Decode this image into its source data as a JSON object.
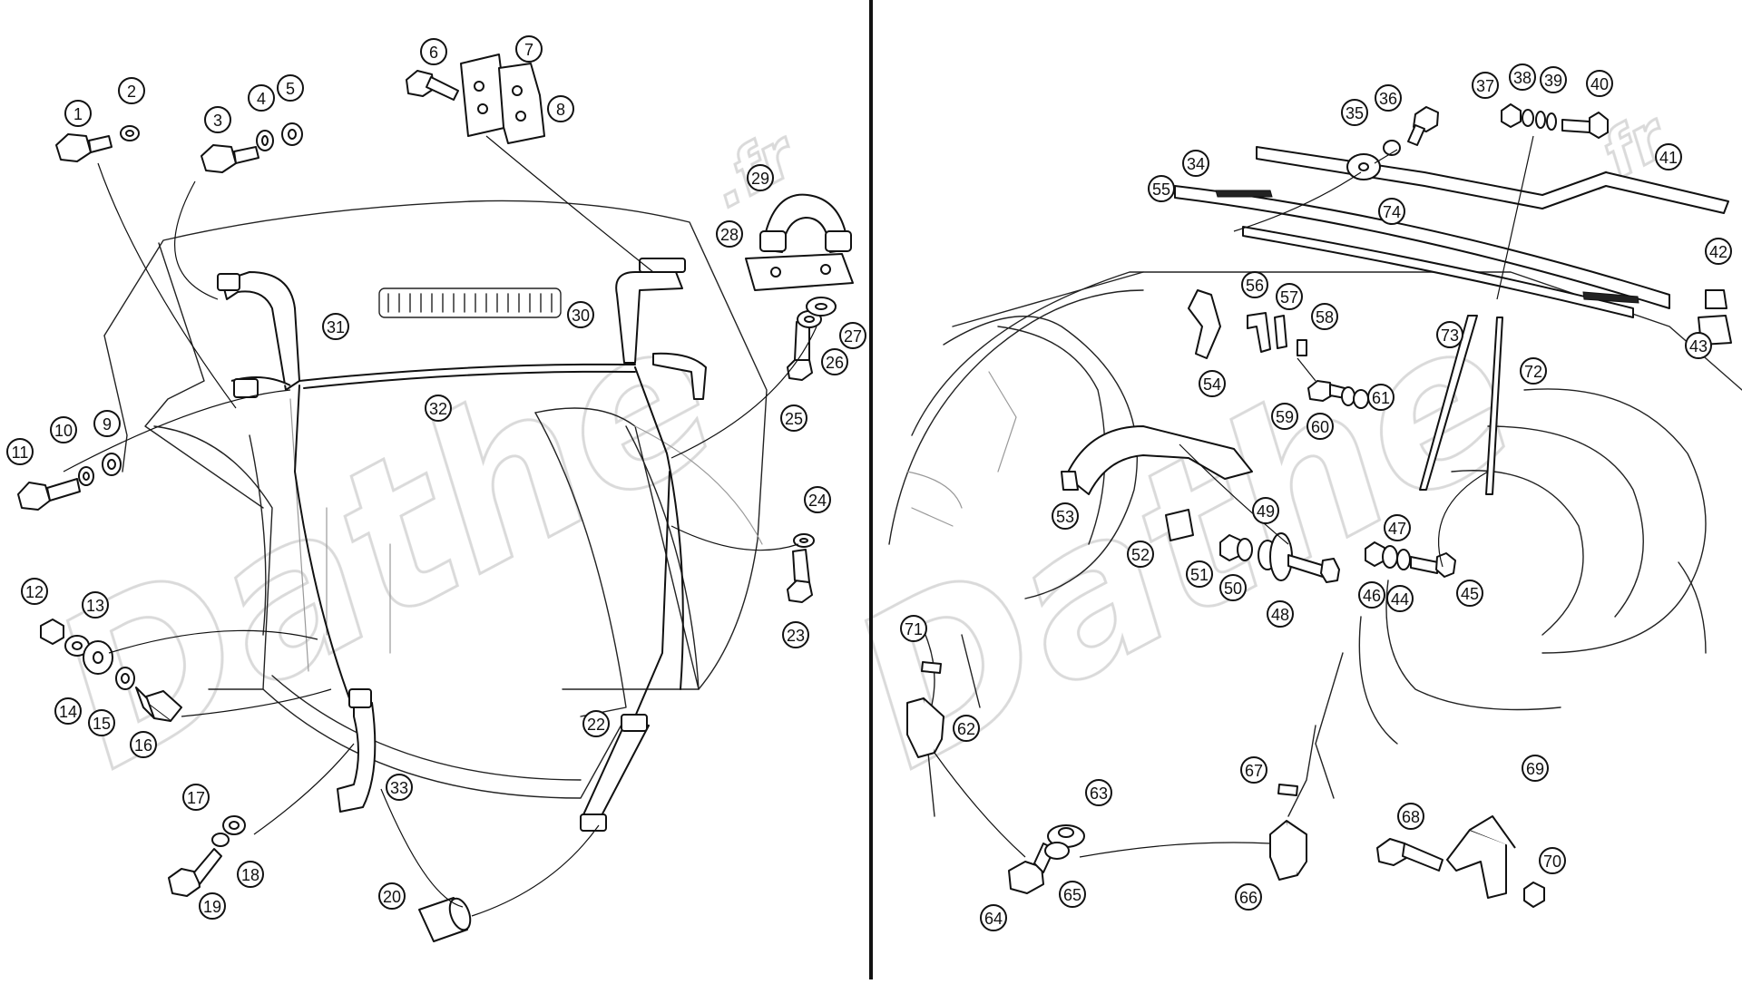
{
  "diagram": {
    "watermark_text": "Dathe.fr",
    "left_panel": {
      "callouts": [
        "1",
        "2",
        "3",
        "4",
        "5",
        "6",
        "7",
        "8",
        "9",
        "10",
        "11",
        "12",
        "13",
        "14",
        "15",
        "16",
        "17",
        "18",
        "19",
        "20",
        "22",
        "23",
        "24",
        "25",
        "26",
        "27",
        "28",
        "29",
        "30",
        "31",
        "32",
        "33"
      ]
    },
    "right_panel": {
      "callouts": [
        "34",
        "35",
        "36",
        "37",
        "38",
        "39",
        "40",
        "41",
        "42",
        "43",
        "44",
        "45",
        "46",
        "47",
        "48",
        "49",
        "50",
        "51",
        "52",
        "53",
        "54",
        "55",
        "56",
        "57",
        "58",
        "59",
        "60",
        "61",
        "62",
        "63",
        "64",
        "65",
        "66",
        "67",
        "68",
        "69",
        "70",
        "71",
        "72",
        "73",
        "74"
      ]
    },
    "colors": {
      "ink": "#111111",
      "background": "#ffffff",
      "watermark": "#d6d6d6"
    }
  }
}
